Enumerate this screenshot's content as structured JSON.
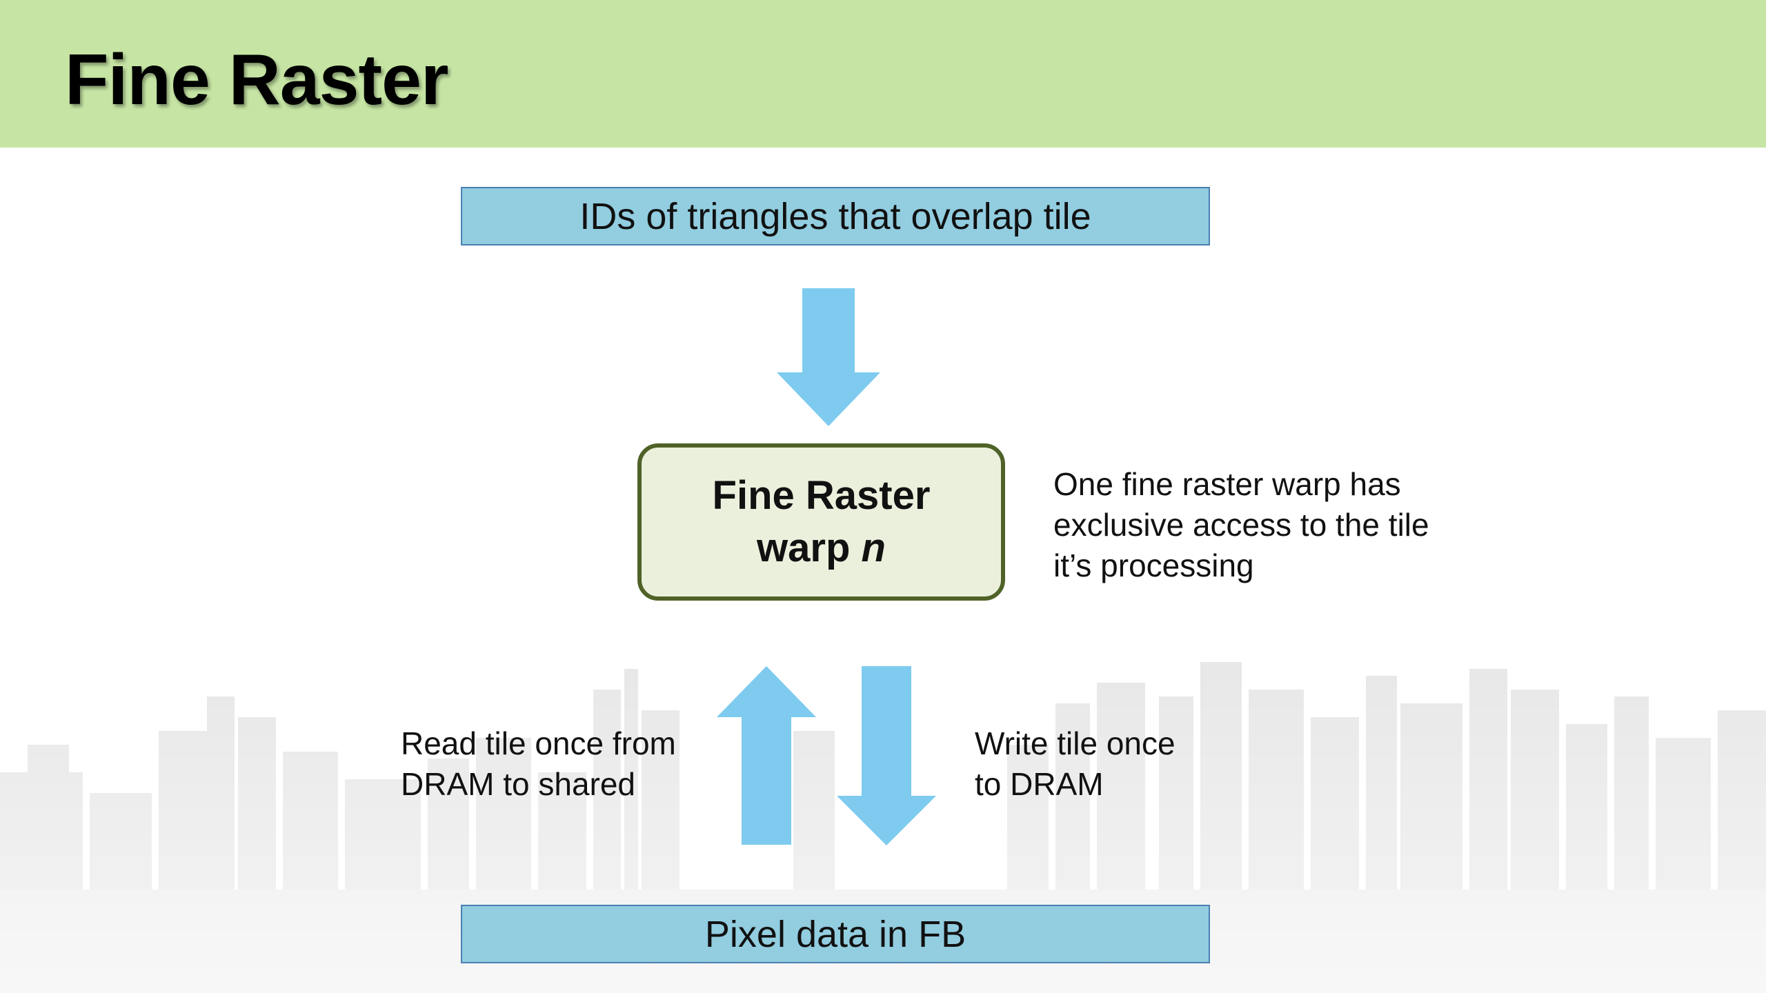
{
  "slide": {
    "title": "Fine Raster"
  },
  "diagram": {
    "input_box": "IDs of triangles that overlap tile",
    "warp_box": {
      "line1": "Fine Raster",
      "line2_prefix": "warp ",
      "line2_var": "n"
    },
    "side_note": [
      "One fine raster warp has",
      "exclusive access to the tile",
      "it’s processing"
    ],
    "read_label": [
      "Read tile once from",
      "DRAM to shared"
    ],
    "write_label": [
      "Write tile once",
      "to DRAM"
    ],
    "output_box": "Pixel data in FB"
  },
  "colors": {
    "title_band": "#c6e5a4",
    "box_fill": "#92cde0",
    "box_border": "#4a7fb2",
    "arrow": "#7ecbef",
    "warp_fill": "#ebf0dd",
    "warp_border": "#4f6228"
  }
}
